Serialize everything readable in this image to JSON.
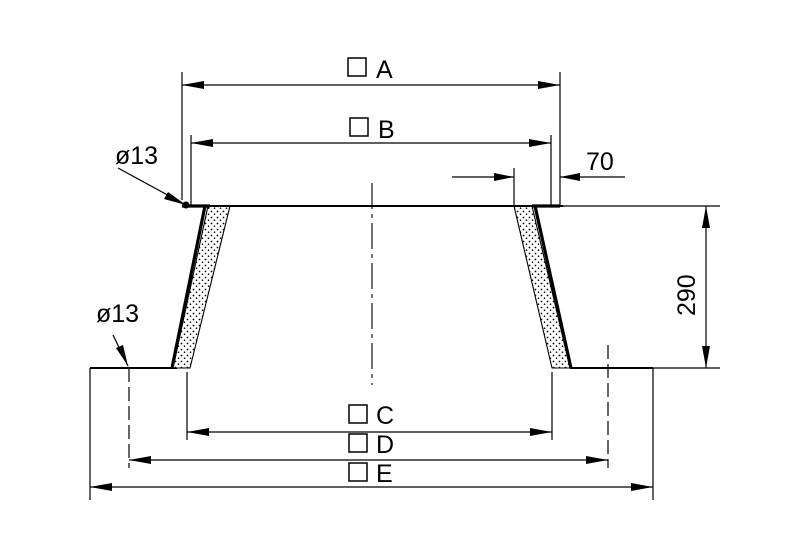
{
  "dimensions": {
    "a": {
      "label": "A"
    },
    "b": {
      "label": "B"
    },
    "c": {
      "label": "C"
    },
    "d": {
      "label": "D"
    },
    "e": {
      "label": "E"
    },
    "top_offset": {
      "value": "70"
    },
    "height": {
      "value": "290"
    },
    "hole_top": {
      "value": "ø13"
    },
    "hole_base": {
      "value": "ø13"
    }
  }
}
